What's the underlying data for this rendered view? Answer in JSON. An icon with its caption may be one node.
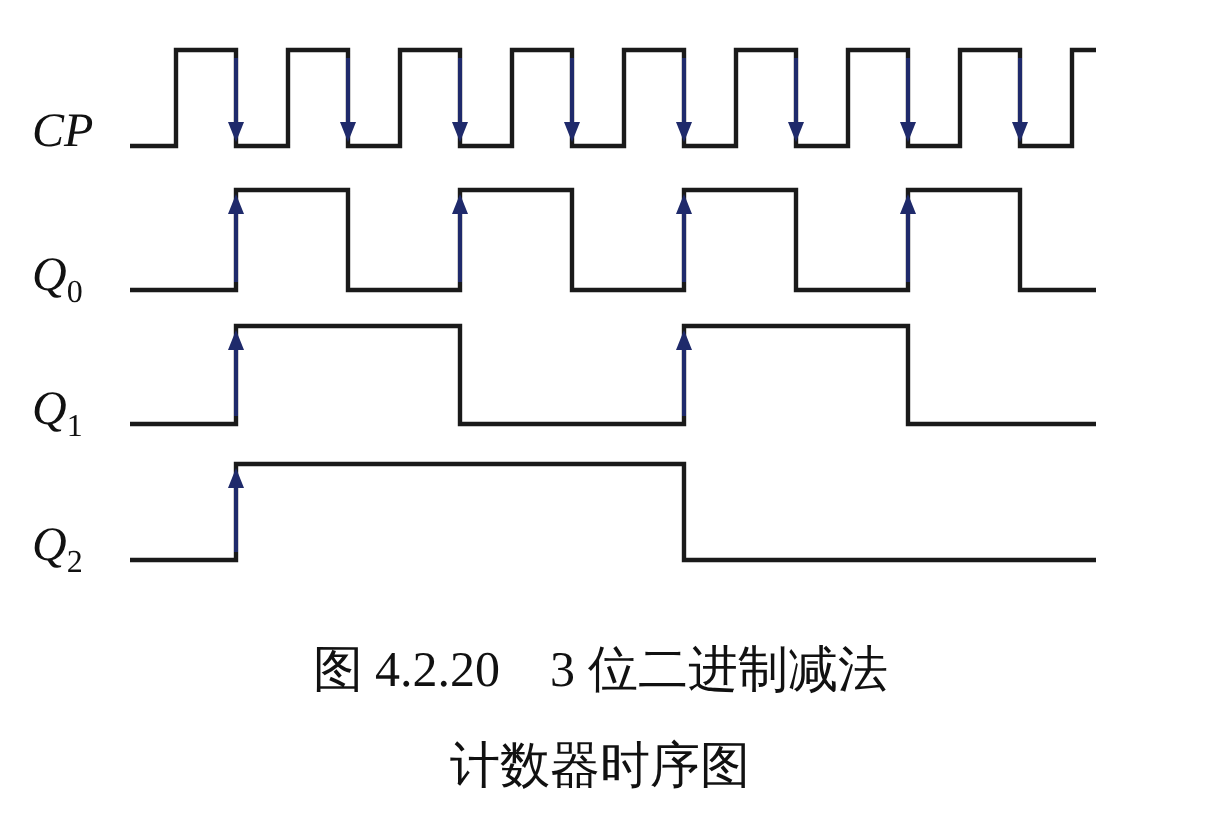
{
  "diagram": {
    "caption": "图 4.2.20　3 位二进制减法计数器时序图",
    "labels": [
      "CP",
      "Q$_{0}$",
      "Q$_{1}$",
      "Q$_{2}$"
    ]
  }
}
